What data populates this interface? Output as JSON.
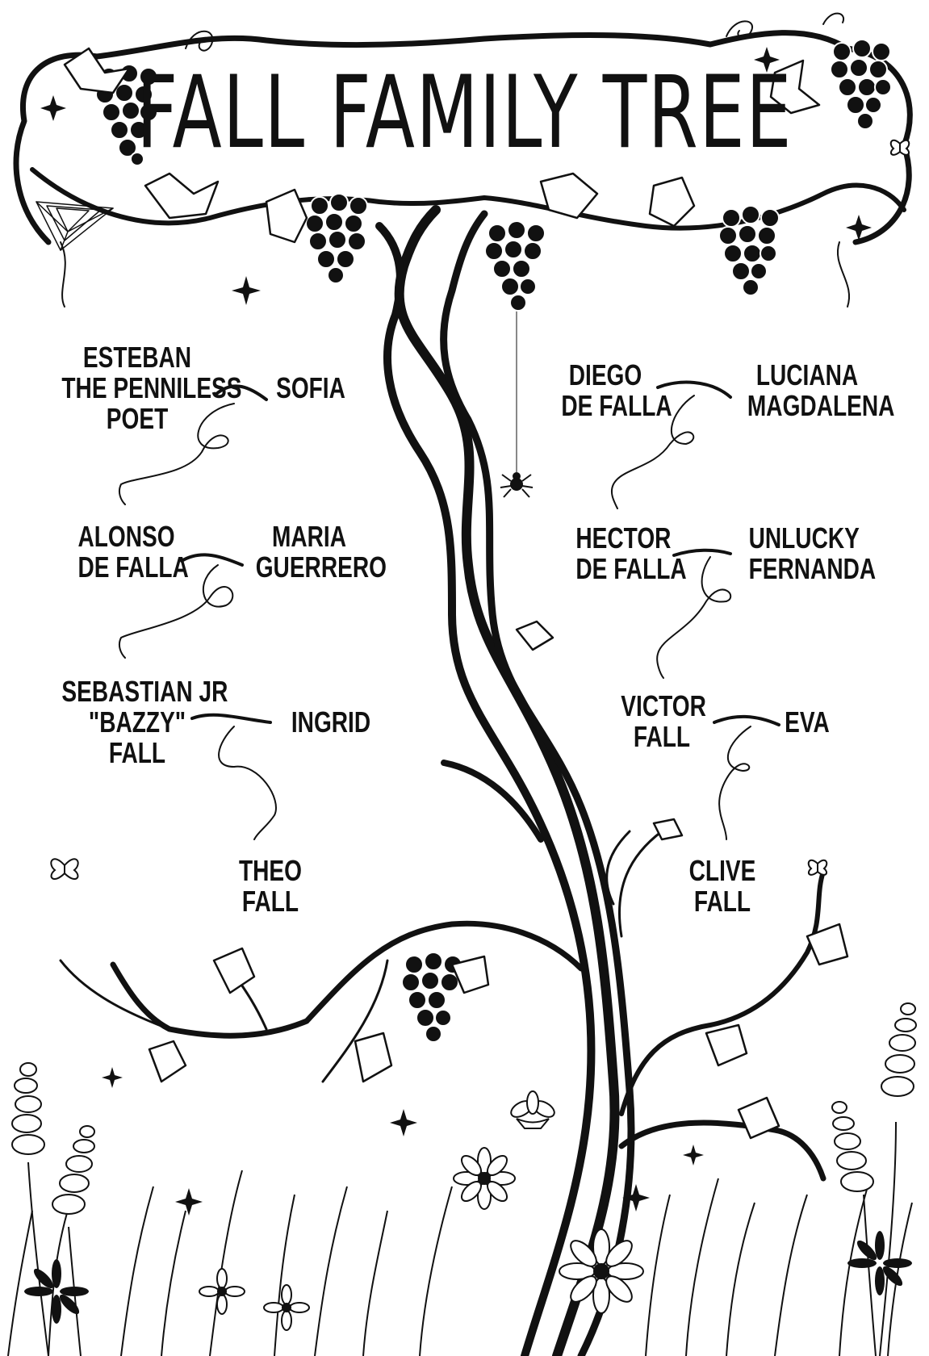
{
  "title": "FALL FAMILY TREE",
  "colors": {
    "ink": "#111111",
    "paper": "#ffffff"
  },
  "left_column": {
    "gen1": {
      "partner_a": [
        "ESTEBAN",
        "THE PENNILESS",
        "POET"
      ],
      "partner_b": [
        "SOFIA"
      ]
    },
    "gen2": {
      "partner_a": [
        "ALONSO",
        "DE FALLA"
      ],
      "partner_b": [
        "MARIA",
        "GUERRERO"
      ]
    },
    "gen3": {
      "partner_a": [
        "SEBASTIAN JR",
        "\"BAZZY\"",
        "FALL"
      ],
      "partner_b": [
        "INGRID"
      ]
    },
    "gen4": {
      "child": [
        "THEO",
        "FALL"
      ]
    }
  },
  "right_column": {
    "gen1": {
      "partner_a": [
        "DIEGO",
        "DE FALLA"
      ],
      "partner_b": [
        "LUCIANA",
        "MAGDALENA"
      ]
    },
    "gen2": {
      "partner_a": [
        "HECTOR",
        "DE FALLA"
      ],
      "partner_b": [
        "UNLUCKY",
        "FERNANDA"
      ]
    },
    "gen3": {
      "partner_a": [
        "VICTOR",
        "FALL"
      ],
      "partner_b": [
        "EVA"
      ]
    },
    "gen4": {
      "child": [
        "CLIVE",
        "FALL"
      ]
    }
  },
  "decorations": [
    "grape-cluster-icon",
    "vine-leaf-icon",
    "sparkle-icon",
    "spider-icon",
    "spiderweb-icon",
    "butterfly-icon",
    "daisy-icon",
    "lupine-flower-icon",
    "grass-blade"
  ]
}
